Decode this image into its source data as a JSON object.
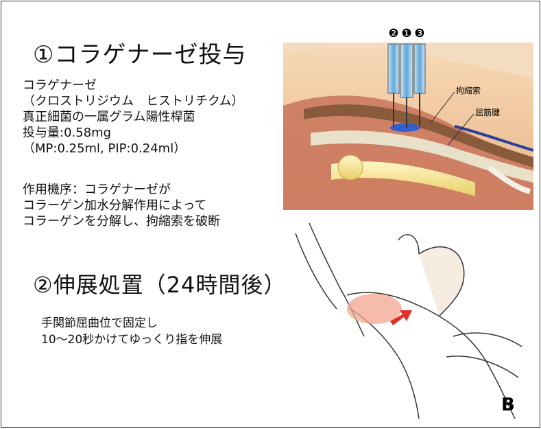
{
  "heading1": "①コラゲナーゼ投与",
  "drug": {
    "lines": [
      "コラゲナーゼ",
      "（クロストリジウム　ヒストリチクム）",
      "真正細菌の一属グラム陽性桿菌",
      "投与量:0.58mg",
      "（MP:0.25ml, PIP:0.24ml）"
    ]
  },
  "mechanism": {
    "lines": [
      "作用機序：コラゲナーゼが",
      "コラーゲン加水分解作用によって",
      "コラーゲンを分解し、拘縮索を破断"
    ]
  },
  "heading2": "②伸展処置（24時間後）",
  "procedure": {
    "lines": [
      "手関節屈曲位で固定し",
      "10～20秒かけてゆっくり指を伸展"
    ]
  },
  "figure1": {
    "syringe_numbers": [
      "❷",
      "❶",
      "❸"
    ],
    "label_cord": "拘縮索",
    "label_tendon": "屈筋腱"
  },
  "figure2": {
    "letter": "B"
  }
}
